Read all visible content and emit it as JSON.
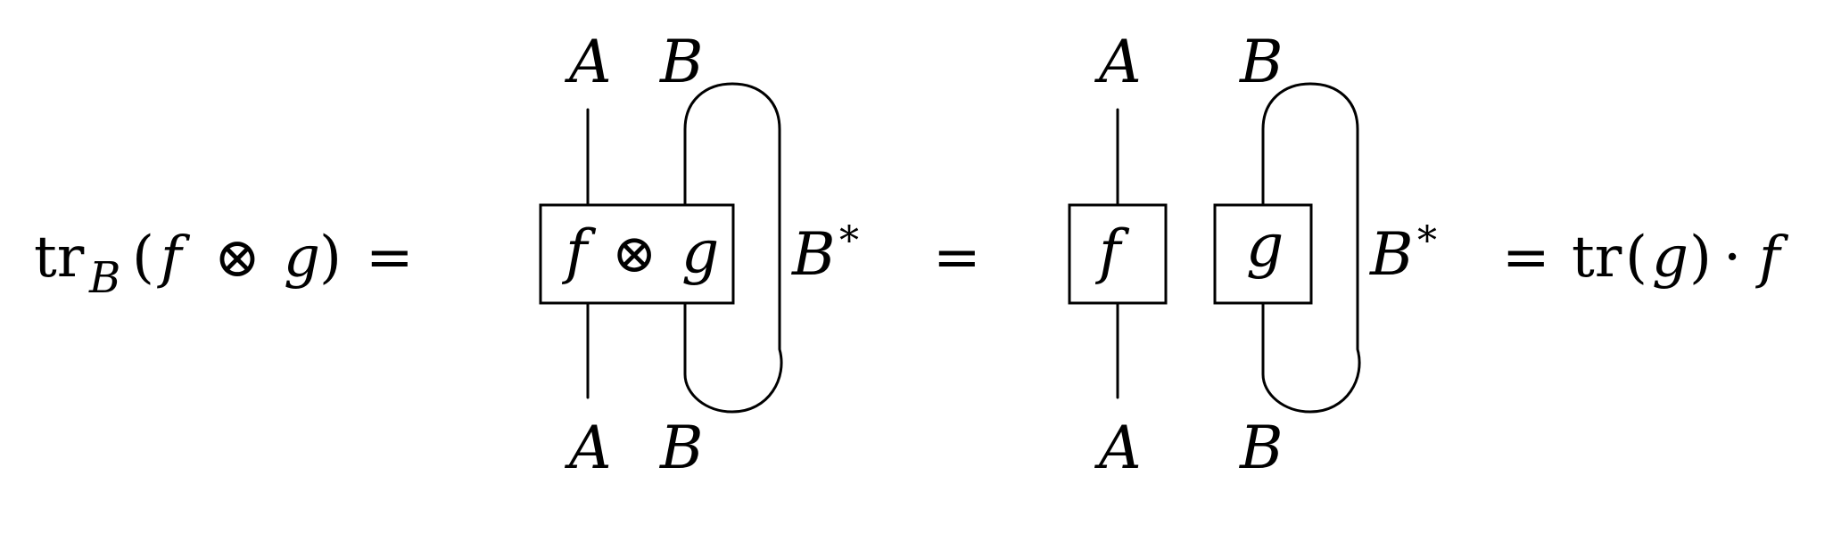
{
  "lhs": {
    "op": "tr",
    "sub": "B",
    "lparen": "(",
    "f": "f",
    "tensor": "⊗",
    "g": "g",
    "rparen": ")"
  },
  "eq": "=",
  "diagram1": {
    "top_labels": [
      "A",
      "B"
    ],
    "bottom_labels": [
      "A",
      "B"
    ],
    "box": {
      "f": "f",
      "tensor": "⊗",
      "g": "g"
    },
    "dual_label": {
      "base": "B",
      "sup": "*"
    }
  },
  "diagram2": {
    "top_labels": [
      "A",
      "B"
    ],
    "bottom_labels": [
      "A",
      "B"
    ],
    "box_f": "f",
    "box_g": "g",
    "dual_label": {
      "base": "B",
      "sup": "*"
    }
  },
  "rhs": {
    "op": "tr",
    "lparen": "(",
    "g": "g",
    "rparen": ")",
    "dot": "·",
    "f": "f"
  }
}
